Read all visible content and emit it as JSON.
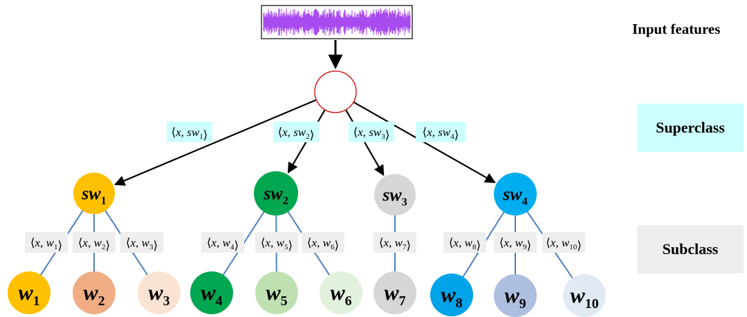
{
  "legend": {
    "input": "Input features",
    "superclass": "Superclass",
    "subclass": "Subclass"
  },
  "colors": {
    "superclass_box": "#ccffff",
    "subclass_box": "#eeeeee",
    "waveform": "#a84cf0",
    "root_stroke": "#d12020",
    "edge_sub": "#4a7fc1"
  },
  "superclasses": [
    {
      "name": "sw",
      "sub": "1",
      "edge_label": "sw",
      "edge_sub": "1",
      "color": "#ffc000"
    },
    {
      "name": "sw",
      "sub": "2",
      "edge_label": "sw",
      "edge_sub": "2",
      "color": "#00a650"
    },
    {
      "name": "sw",
      "sub": "3",
      "edge_label": "sw",
      "edge_sub": "3",
      "color": "#d6d6d6"
    },
    {
      "name": "sw",
      "sub": "4",
      "edge_label": "sw",
      "edge_sub": "4",
      "color": "#00aeef"
    }
  ],
  "subclasses": [
    {
      "name": "w",
      "sub": "1",
      "parent": 0,
      "color": "#ffc000"
    },
    {
      "name": "w",
      "sub": "2",
      "parent": 0,
      "color": "#f0ad84"
    },
    {
      "name": "w",
      "sub": "3",
      "parent": 0,
      "color": "#fbe3d3"
    },
    {
      "name": "w",
      "sub": "4",
      "parent": 1,
      "color": "#00a650"
    },
    {
      "name": "w",
      "sub": "5",
      "parent": 1,
      "color": "#bfe1b2"
    },
    {
      "name": "w",
      "sub": "6",
      "parent": 1,
      "color": "#e2f1dc"
    },
    {
      "name": "w",
      "sub": "7",
      "parent": 2,
      "color": "#d6d6d6"
    },
    {
      "name": "w",
      "sub": "8",
      "parent": 3,
      "color": "#00a3e8"
    },
    {
      "name": "w",
      "sub": "9",
      "parent": 3,
      "color": "#aebedf"
    },
    {
      "name": "w",
      "sub": "10",
      "parent": 3,
      "color": "#e1e9f4"
    }
  ],
  "label_var": "x"
}
